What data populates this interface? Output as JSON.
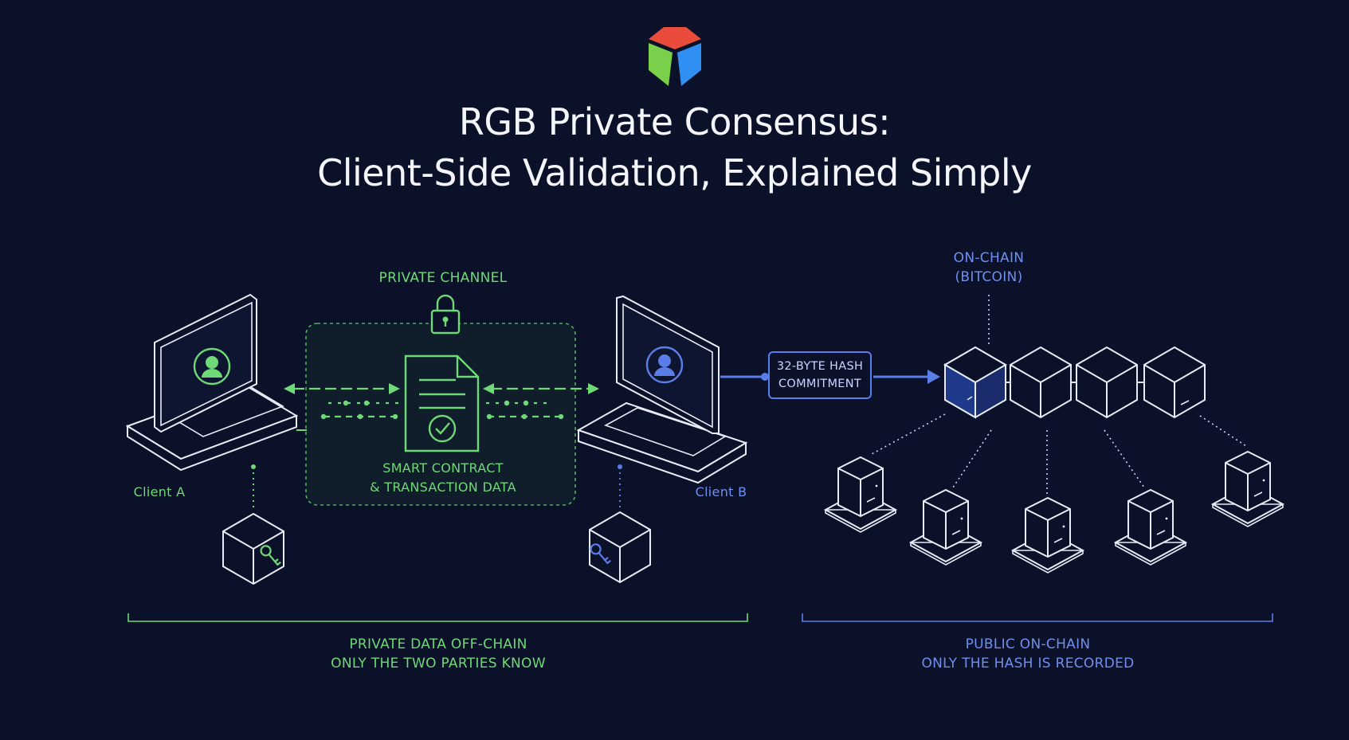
{
  "title": {
    "line1": "RGB Private Consensus:",
    "line2": "Client-Side Validation, Explained Simply"
  },
  "private_channel": "PRIVATE CHANNEL",
  "contract": {
    "line1": "SMART CONTRACT",
    "line2": "& TRANSACTION DATA"
  },
  "client_a": "Client A",
  "client_b": "Client B",
  "hash_commitment": {
    "line1": "32-BYTE HASH",
    "line2": "COMMITMENT"
  },
  "on_chain": {
    "line1": "ON-CHAIN",
    "line2": "(BITCOIN)"
  },
  "off_chain_caption": {
    "line1": "PRIVATE DATA OFF-CHAIN",
    "line2": "ONLY THE TWO PARTIES KNOW"
  },
  "on_chain_caption": {
    "line1": "PUBLIC ON-CHAIN",
    "line2": "ONLY THE HASH IS RECORDED"
  },
  "colors": {
    "background": "#0b1128",
    "private_green": "#6fd877",
    "public_blue": "#5b7de8",
    "line_white": "#e8ecf6",
    "logo_red": "#ea4c3c",
    "logo_green": "#7ad04b",
    "logo_blue": "#2f8ff2"
  },
  "icons": [
    "rgb-logo-icon",
    "laptop-icon",
    "user-avatar-icon",
    "lock-icon",
    "document-check-icon",
    "key-icon",
    "cube-icon",
    "server-node-icon"
  ]
}
